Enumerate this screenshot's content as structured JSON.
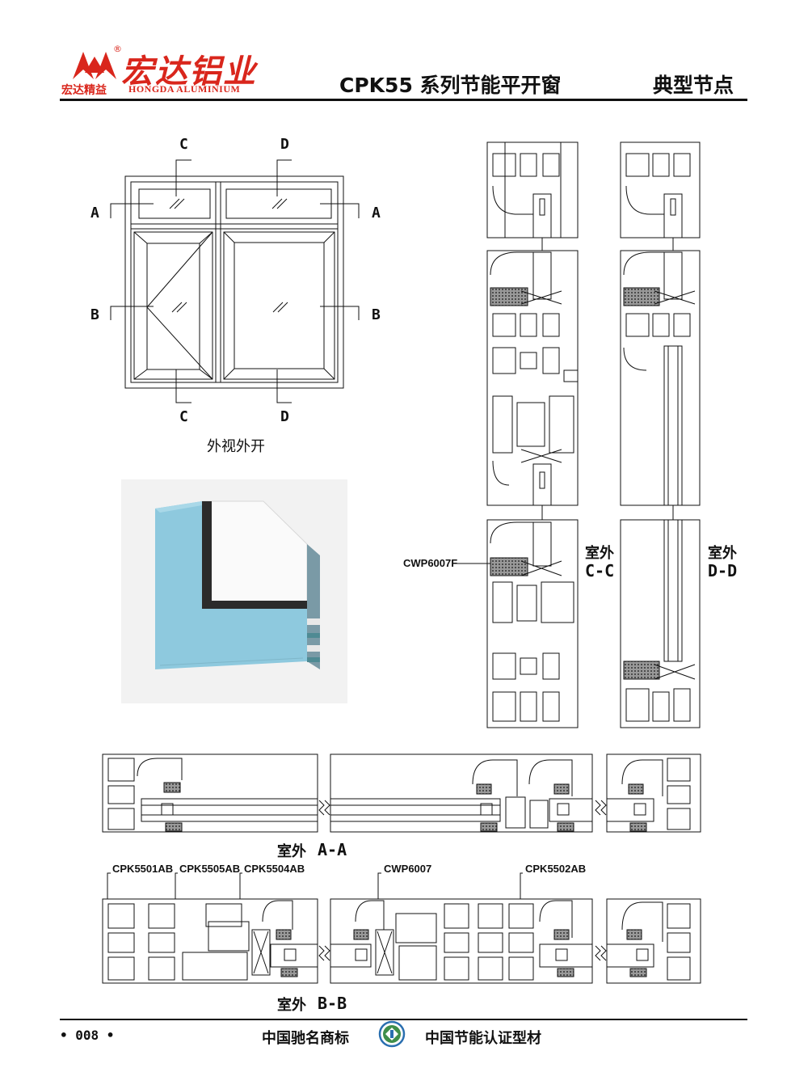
{
  "header": {
    "brand_cn": "宏达铝业",
    "brand_reg": "®",
    "brand_slogan": "宏达精益",
    "brand_en": "HONGDA ALUMINIUM",
    "series_title": "CPK55 系列节能平开窗",
    "section_title": "典型节点"
  },
  "elevation": {
    "cut_labels": {
      "c_top": "C",
      "d_top": "D",
      "a_left": "A",
      "a_right": "A",
      "b_left": "B",
      "b_right": "B",
      "c_bottom": "C",
      "d_bottom": "D"
    },
    "caption": "外视外开"
  },
  "vertical_sections": {
    "cc_outside": "室外",
    "cc_label": "C-C",
    "dd_outside": "室外",
    "dd_label": "D-D",
    "callout_cwp6007f": "CWP6007F"
  },
  "horizontal_sections": {
    "aa_outside": "室外",
    "aa_label": "A-A",
    "bb_outside": "室外",
    "bb_label": "B-B",
    "callouts": {
      "cpk5501ab": "CPK5501AB",
      "cpk5505ab": "CPK5505AB",
      "cpk5504ab": "CPK5504AB",
      "cwp6007": "CWP6007",
      "cpk5502ab": "CPK5502AB"
    }
  },
  "footer": {
    "page": "• 008 •",
    "left_text": "中国驰名商标",
    "right_text": "中国节能认证型材"
  },
  "colors": {
    "brand_red": "#d9261c",
    "line": "#111111",
    "photo_frame": "#8ec9de",
    "gasket_fill": "#555555"
  }
}
